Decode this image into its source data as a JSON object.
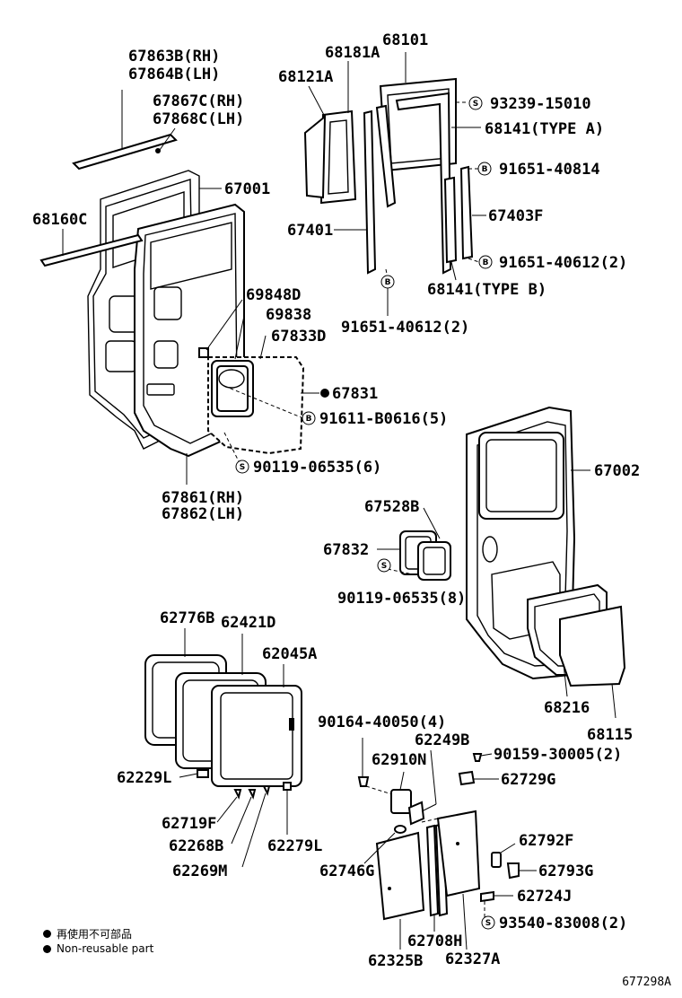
{
  "labels": {
    "l67863b": "67863B(RH)",
    "l67864b": "67864B(LH)",
    "l67867c": "67867C(RH)",
    "l67868c": "67868C(LH)",
    "l68181a": "68181A",
    "l68101": "68101",
    "l68121a": "68121A",
    "l93239": "93239-15010",
    "l68141a": "68141(TYPE  A)",
    "l91651a": "91651-40814",
    "l67001": "67001",
    "l68160c": "68160C",
    "l67403f": "67403F",
    "l67401": "67401",
    "l91651b": "91651-40612(2)",
    "l68141b": "68141(TYPE  B)",
    "l69848d": "69848D",
    "l69838": "69838",
    "l91651c": "91651-40612(2)",
    "l67833d": "67833D",
    "l67831": "67831",
    "l91611": "91611-B0616(5)",
    "l90119a": "90119-06535(6)",
    "l67002": "67002",
    "l67861": "67861(RH)",
    "l67862": "67862(LH)",
    "l67528b": "67528B",
    "l67832": "67832",
    "l90119b": "90119-06535(8)",
    "l62776b": "62776B",
    "l62421d": "62421D",
    "l62045a": "62045A",
    "l90164": "90164-40050(4)",
    "l62249b": "62249B",
    "l68216": "68216",
    "l68115": "68115",
    "l62910n": "62910N",
    "l90159": "90159-30005(2)",
    "l62229l": "62229L",
    "l62729g": "62729G",
    "l62719f": "62719F",
    "l62268b": "62268B",
    "l62279l": "62279L",
    "l62792f": "62792F",
    "l62746g": "62746G",
    "l62269m": "62269M",
    "l62793g": "62793G",
    "l62724j": "62724J",
    "l93540": "93540-83008(2)",
    "l62708h": "62708H",
    "l62325b": "62325B",
    "l62327a": "62327A"
  },
  "badges": {
    "s": "S",
    "b": "B"
  },
  "legend": {
    "jp": "再使用不可部品",
    "en": "Non-reusable part"
  },
  "diagram_code": "677298A",
  "colors": {
    "line": "#000000",
    "background": "#ffffff"
  }
}
